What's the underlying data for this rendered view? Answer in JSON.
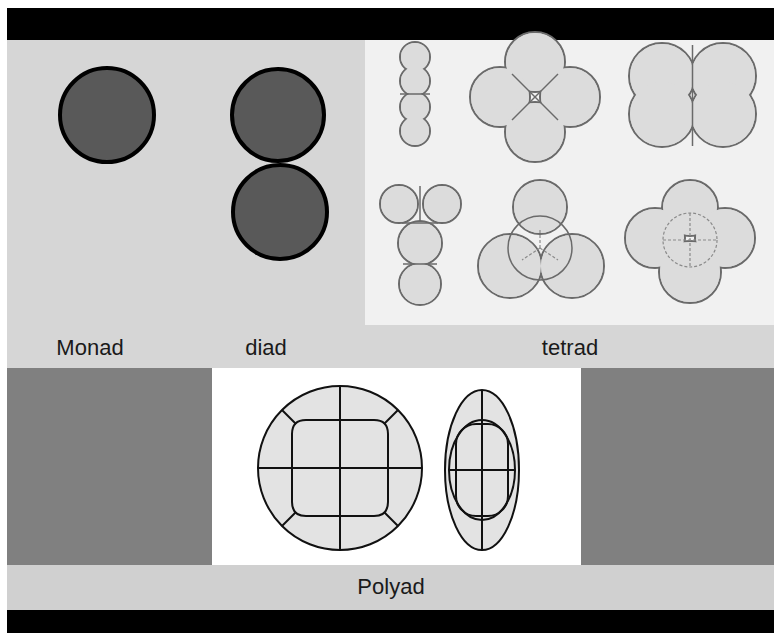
{
  "diagram": {
    "labels": [
      "Monad",
      "diad",
      "tetrad",
      "Polyad"
    ]
  }
}
